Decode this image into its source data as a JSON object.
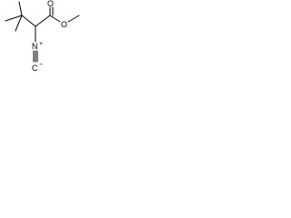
{
  "structure": {
    "atoms": {
      "carbonyl_oxygen": "O",
      "ester_oxygen": "O",
      "isocyanide_nitrogen": "N",
      "isocyanide_carbon": "C",
      "nitrogen_charge": "+",
      "carbon_charge": "−"
    },
    "colors": {
      "ink": "#000000",
      "background": "#ffffff"
    }
  }
}
